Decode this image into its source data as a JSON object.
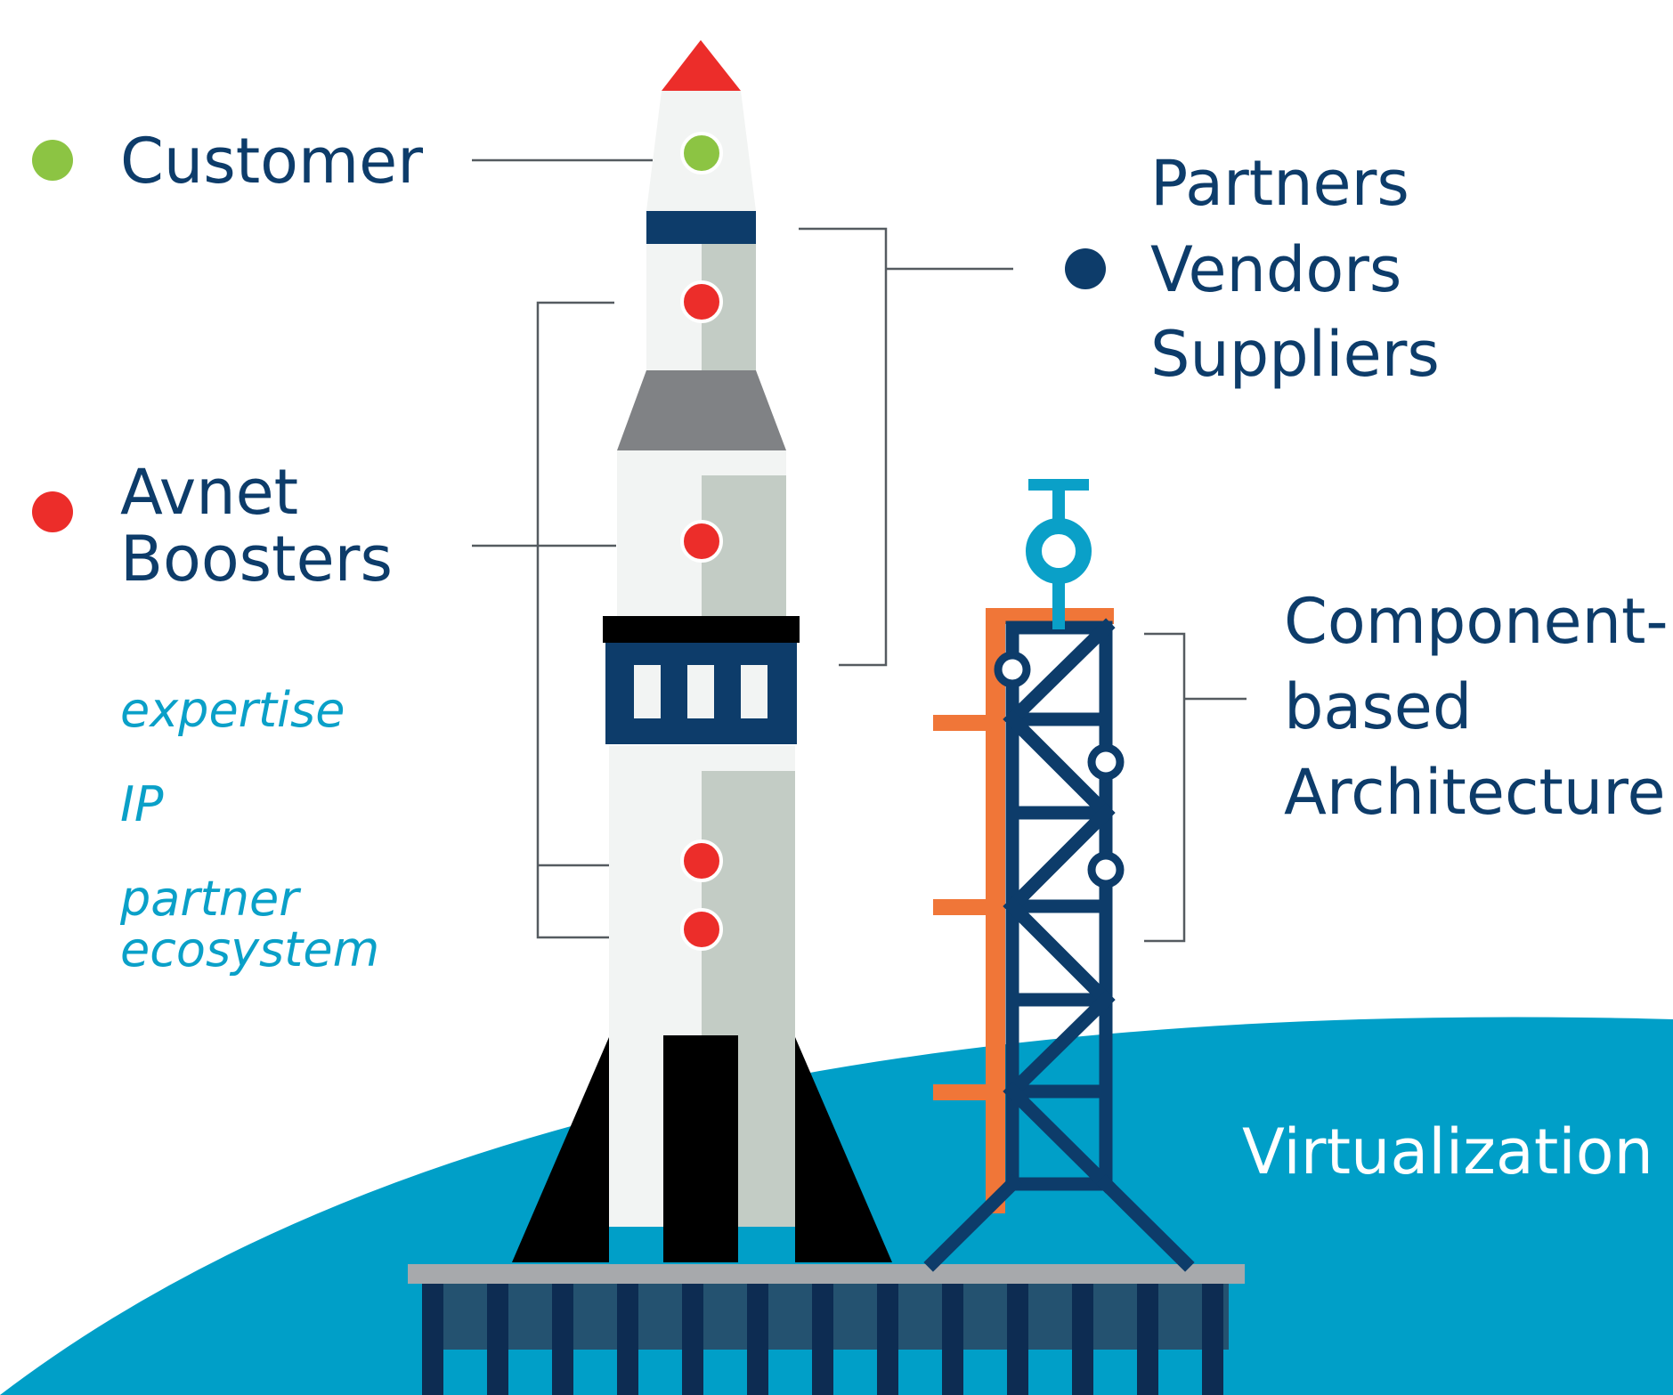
{
  "legend": {
    "customer": {
      "label": "Customer",
      "color": "#8cc443"
    },
    "avnet": {
      "label_line1": "Avnet",
      "label_line2": "Boosters",
      "color": "#ec2d2a"
    },
    "partners": {
      "lines": [
        "Partners",
        "Vendors",
        "Suppliers"
      ],
      "color": "#0d3c6a"
    }
  },
  "avnet_sublabels": [
    "expertise",
    "IP",
    "partner",
    "ecosystem"
  ],
  "tower_label": [
    "Component-",
    "based",
    "Architecture"
  ],
  "ground_label": "Virtualization",
  "colors": {
    "navy": "#0d3c6a",
    "sky": "#009fc8",
    "orange": "#f07638",
    "rocket_body": "#f2f4f3",
    "rocket_shade": "#c3ccc5",
    "nose": "#ec2d2a"
  }
}
